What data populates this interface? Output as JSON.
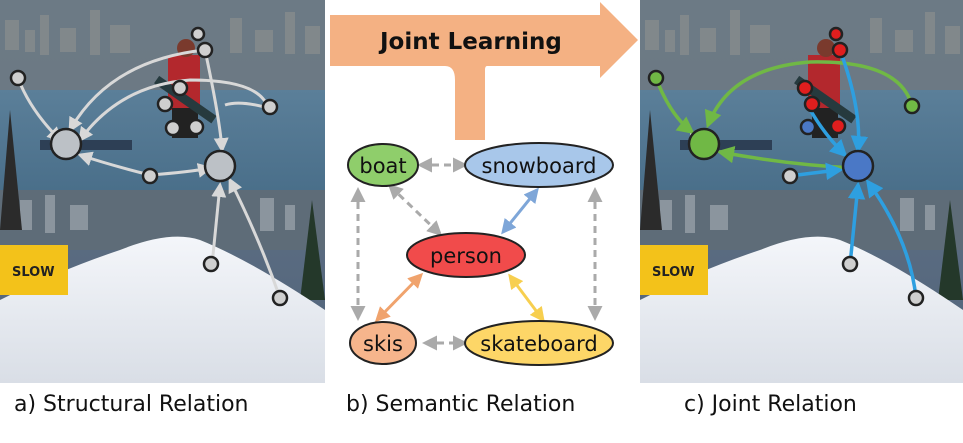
{
  "arrow_label": "Joint Learning",
  "sign_text": "SLOW",
  "captions": {
    "a": "a) Structural Relation",
    "b": "b) Semantic Relation",
    "c": "c) Joint Relation"
  },
  "nodes": {
    "boat": "boat",
    "snowboard": "snowboard",
    "person": "person",
    "skis": "skis",
    "skateboard": "skateboard"
  },
  "colors": {
    "boat": "#8fce6b",
    "snowboard": "#a8c7ea",
    "person": "#f14b4b",
    "skis": "#f6b58c",
    "skateboard": "#fdd667",
    "arrow": "#f4b183",
    "edge_gray": "#aaaaaa",
    "joint_green": "#70b845",
    "joint_blue": "#2e9fe0",
    "joint_red": "#e01e1e"
  }
}
